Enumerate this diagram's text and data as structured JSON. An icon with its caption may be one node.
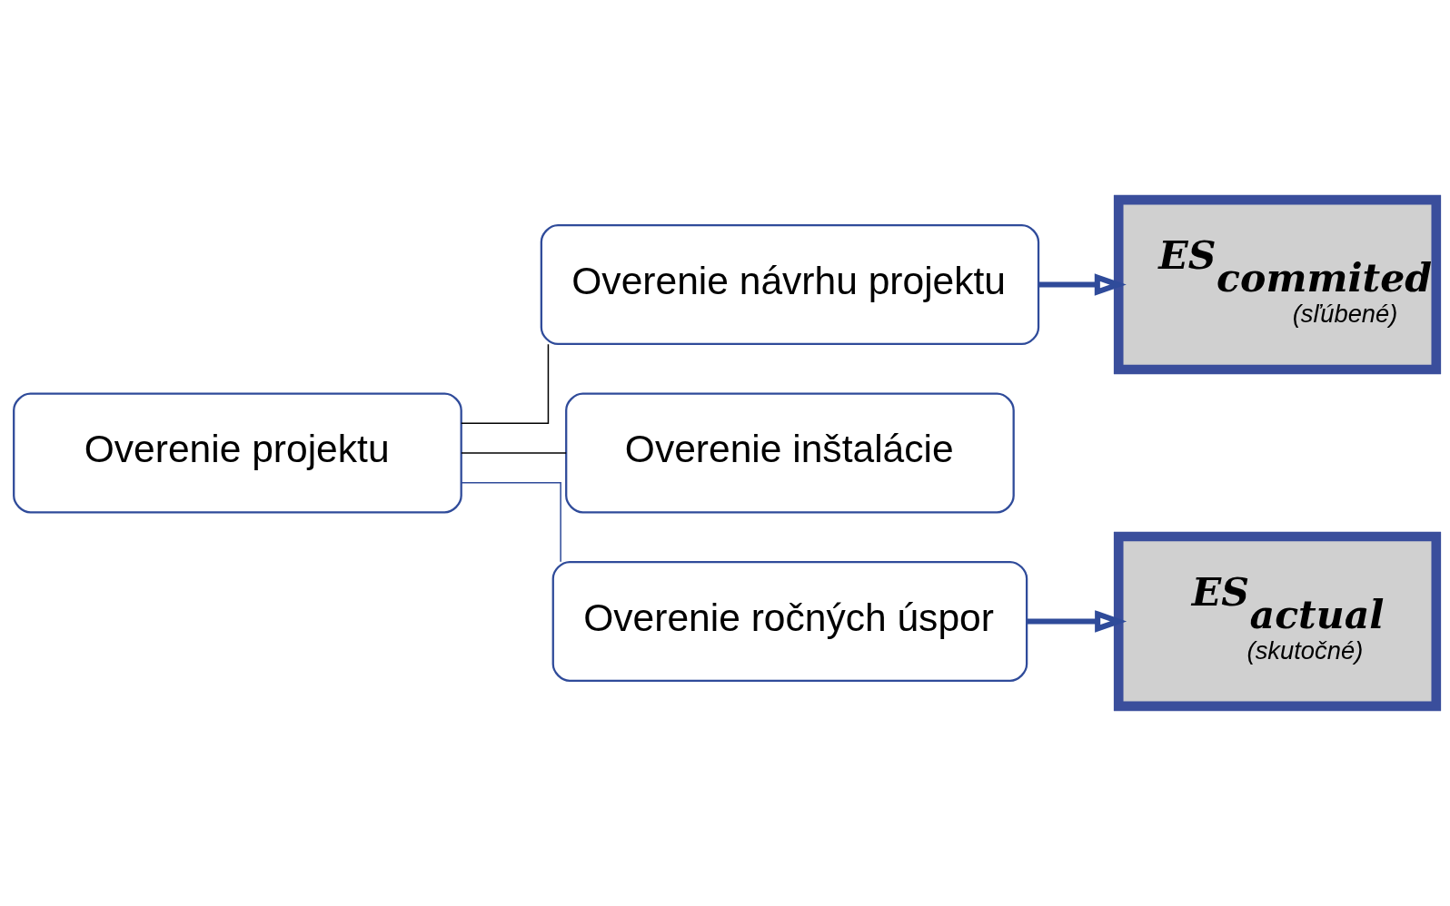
{
  "diagram": {
    "nodes": [
      {
        "text": [
          "Overenie projektu"
        ]
      },
      {
        "text": [
          "Overenie návrhu projektu"
        ]
      },
      {
        "text": [
          "Overenie inštalácie"
        ]
      },
      {
        "text": [
          "Overenie ročných úspor"
        ]
      },
      {
        "text": [
          "ES$_{commited}$",
          "(sľúbené)"
        ]
      },
      {
        "text": [
          "ES$_{actual}$",
          "(skutočné)"
        ]
      }
    ],
    "edges": [
      {
        "from": 0,
        "to": 1,
        "arrow": "none",
        "color": "#000000"
      },
      {
        "from": 0,
        "to": 2,
        "arrow": "none",
        "color": "#000000"
      },
      {
        "from": 0,
        "to": 3,
        "arrow": "none",
        "color": "#2f4b9a"
      },
      {
        "from": 1,
        "to": 4,
        "arrow": "to",
        "style": "thick",
        "color": "#2f4b9a"
      },
      {
        "from": 3,
        "to": 5,
        "arrow": "to",
        "style": "thick",
        "color": "#2f4b9a"
      }
    ]
  }
}
